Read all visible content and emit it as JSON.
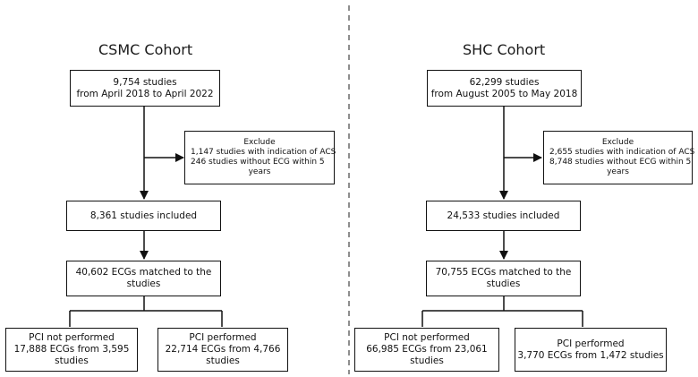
{
  "cohorts": [
    {
      "title": "CSMC Cohort",
      "initial": [
        "9,754 studies",
        "from April 2018 to April 2022"
      ],
      "exclude": [
        "Exclude",
        "1,147 studies with indication of ACS",
        "246 studies without ECG within 5",
        "years"
      ],
      "included": "8,361 studies included",
      "matched": [
        "40,602 ECGs matched to the",
        "studies"
      ],
      "not_performed": [
        "PCI not performed",
        "17,888 ECGs from 3,595",
        "studies"
      ],
      "performed": [
        "PCI performed",
        "22,714 ECGs from 4,766",
        "studies"
      ]
    },
    {
      "title": "SHC Cohort",
      "initial": [
        "62,299 studies",
        "from August 2005 to May 2018"
      ],
      "exclude": [
        "Exclude",
        "2,655 studies with indication of ACS",
        "8,748 studies without ECG within 5",
        "years"
      ],
      "included": "24,533 studies included",
      "matched": [
        "70,755 ECGs matched to the",
        "studies"
      ],
      "not_performed": [
        "PCI not performed",
        "66,985 ECGs from 23,061",
        "studies"
      ],
      "performed": [
        "PCI performed",
        "3,770 ECGs from 1,472 studies"
      ]
    }
  ]
}
